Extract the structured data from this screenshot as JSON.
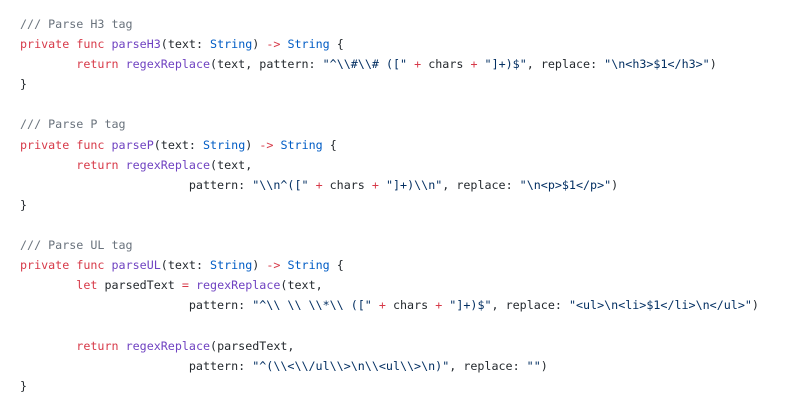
{
  "colors": {
    "comment": "#6a737d",
    "keyword": "#d73a49",
    "function": "#6f42c1",
    "type": "#005cc5",
    "string": "#032f62",
    "plain": "#24292e",
    "background": "#ffffff"
  },
  "lines": [
    [
      {
        "c": "comment",
        "t": "/// Parse H3 tag"
      }
    ],
    [
      {
        "c": "keyword",
        "t": "private"
      },
      {
        "c": "plain",
        "t": " "
      },
      {
        "c": "keyword",
        "t": "func"
      },
      {
        "c": "plain",
        "t": " "
      },
      {
        "c": "func",
        "t": "parseH3"
      },
      {
        "c": "plain",
        "t": "(text: "
      },
      {
        "c": "type",
        "t": "String"
      },
      {
        "c": "plain",
        "t": ") "
      },
      {
        "c": "op",
        "t": "->"
      },
      {
        "c": "plain",
        "t": " "
      },
      {
        "c": "type",
        "t": "String"
      },
      {
        "c": "plain",
        "t": " {"
      }
    ],
    [
      {
        "c": "plain",
        "t": "        "
      },
      {
        "c": "keyword",
        "t": "return"
      },
      {
        "c": "plain",
        "t": " "
      },
      {
        "c": "func",
        "t": "regexReplace"
      },
      {
        "c": "plain",
        "t": "(text, pattern: "
      },
      {
        "c": "string",
        "t": "\"^\\\\#\\\\# ([\""
      },
      {
        "c": "plain",
        "t": " "
      },
      {
        "c": "op",
        "t": "+"
      },
      {
        "c": "plain",
        "t": " chars "
      },
      {
        "c": "op",
        "t": "+"
      },
      {
        "c": "plain",
        "t": " "
      },
      {
        "c": "string",
        "t": "\"]+)$\""
      },
      {
        "c": "plain",
        "t": ", replace: "
      },
      {
        "c": "string",
        "t": "\"\\n<h3>$1</h3>\""
      },
      {
        "c": "plain",
        "t": ")"
      }
    ],
    [
      {
        "c": "plain",
        "t": "}"
      }
    ],
    [],
    [
      {
        "c": "comment",
        "t": "/// Parse P tag"
      }
    ],
    [
      {
        "c": "keyword",
        "t": "private"
      },
      {
        "c": "plain",
        "t": " "
      },
      {
        "c": "keyword",
        "t": "func"
      },
      {
        "c": "plain",
        "t": " "
      },
      {
        "c": "func",
        "t": "parseP"
      },
      {
        "c": "plain",
        "t": "(text: "
      },
      {
        "c": "type",
        "t": "String"
      },
      {
        "c": "plain",
        "t": ") "
      },
      {
        "c": "op",
        "t": "->"
      },
      {
        "c": "plain",
        "t": " "
      },
      {
        "c": "type",
        "t": "String"
      },
      {
        "c": "plain",
        "t": " {"
      }
    ],
    [
      {
        "c": "plain",
        "t": "        "
      },
      {
        "c": "keyword",
        "t": "return"
      },
      {
        "c": "plain",
        "t": " "
      },
      {
        "c": "func",
        "t": "regexReplace"
      },
      {
        "c": "plain",
        "t": "(text,"
      }
    ],
    [
      {
        "c": "plain",
        "t": "                        pattern: "
      },
      {
        "c": "string",
        "t": "\"\\\\n^([\""
      },
      {
        "c": "plain",
        "t": " "
      },
      {
        "c": "op",
        "t": "+"
      },
      {
        "c": "plain",
        "t": " chars "
      },
      {
        "c": "op",
        "t": "+"
      },
      {
        "c": "plain",
        "t": " "
      },
      {
        "c": "string",
        "t": "\"]+)\\\\n\""
      },
      {
        "c": "plain",
        "t": ", replace: "
      },
      {
        "c": "string",
        "t": "\"\\n<p>$1</p>\""
      },
      {
        "c": "plain",
        "t": ")"
      }
    ],
    [
      {
        "c": "plain",
        "t": "}"
      }
    ],
    [],
    [
      {
        "c": "comment",
        "t": "/// Parse UL tag"
      }
    ],
    [
      {
        "c": "keyword",
        "t": "private"
      },
      {
        "c": "plain",
        "t": " "
      },
      {
        "c": "keyword",
        "t": "func"
      },
      {
        "c": "plain",
        "t": " "
      },
      {
        "c": "func",
        "t": "parseUL"
      },
      {
        "c": "plain",
        "t": "(text: "
      },
      {
        "c": "type",
        "t": "String"
      },
      {
        "c": "plain",
        "t": ") "
      },
      {
        "c": "op",
        "t": "->"
      },
      {
        "c": "plain",
        "t": " "
      },
      {
        "c": "type",
        "t": "String"
      },
      {
        "c": "plain",
        "t": " {"
      }
    ],
    [
      {
        "c": "plain",
        "t": "        "
      },
      {
        "c": "keyword",
        "t": "let"
      },
      {
        "c": "plain",
        "t": " parsedText "
      },
      {
        "c": "op",
        "t": "="
      },
      {
        "c": "plain",
        "t": " "
      },
      {
        "c": "func",
        "t": "regexReplace"
      },
      {
        "c": "plain",
        "t": "(text,"
      }
    ],
    [
      {
        "c": "plain",
        "t": "                        pattern: "
      },
      {
        "c": "string",
        "t": "\"^\\\\ \\\\ \\\\*\\\\ ([\""
      },
      {
        "c": "plain",
        "t": " "
      },
      {
        "c": "op",
        "t": "+"
      },
      {
        "c": "plain",
        "t": " chars "
      },
      {
        "c": "op",
        "t": "+"
      },
      {
        "c": "plain",
        "t": " "
      },
      {
        "c": "string",
        "t": "\"]+)$\""
      },
      {
        "c": "plain",
        "t": ", replace: "
      },
      {
        "c": "string",
        "t": "\"<ul>\\n<li>$1</li>\\n</ul>\""
      },
      {
        "c": "plain",
        "t": ")"
      }
    ],
    [],
    [
      {
        "c": "plain",
        "t": "        "
      },
      {
        "c": "keyword",
        "t": "return"
      },
      {
        "c": "plain",
        "t": " "
      },
      {
        "c": "func",
        "t": "regexReplace"
      },
      {
        "c": "plain",
        "t": "(parsedText,"
      }
    ],
    [
      {
        "c": "plain",
        "t": "                        pattern: "
      },
      {
        "c": "string",
        "t": "\"^(\\\\<\\\\/ul\\\\>\\n\\\\<ul\\\\>\\n)\""
      },
      {
        "c": "plain",
        "t": ", replace: "
      },
      {
        "c": "string",
        "t": "\"\""
      },
      {
        "c": "plain",
        "t": ")"
      }
    ],
    [
      {
        "c": "plain",
        "t": "}"
      }
    ]
  ]
}
